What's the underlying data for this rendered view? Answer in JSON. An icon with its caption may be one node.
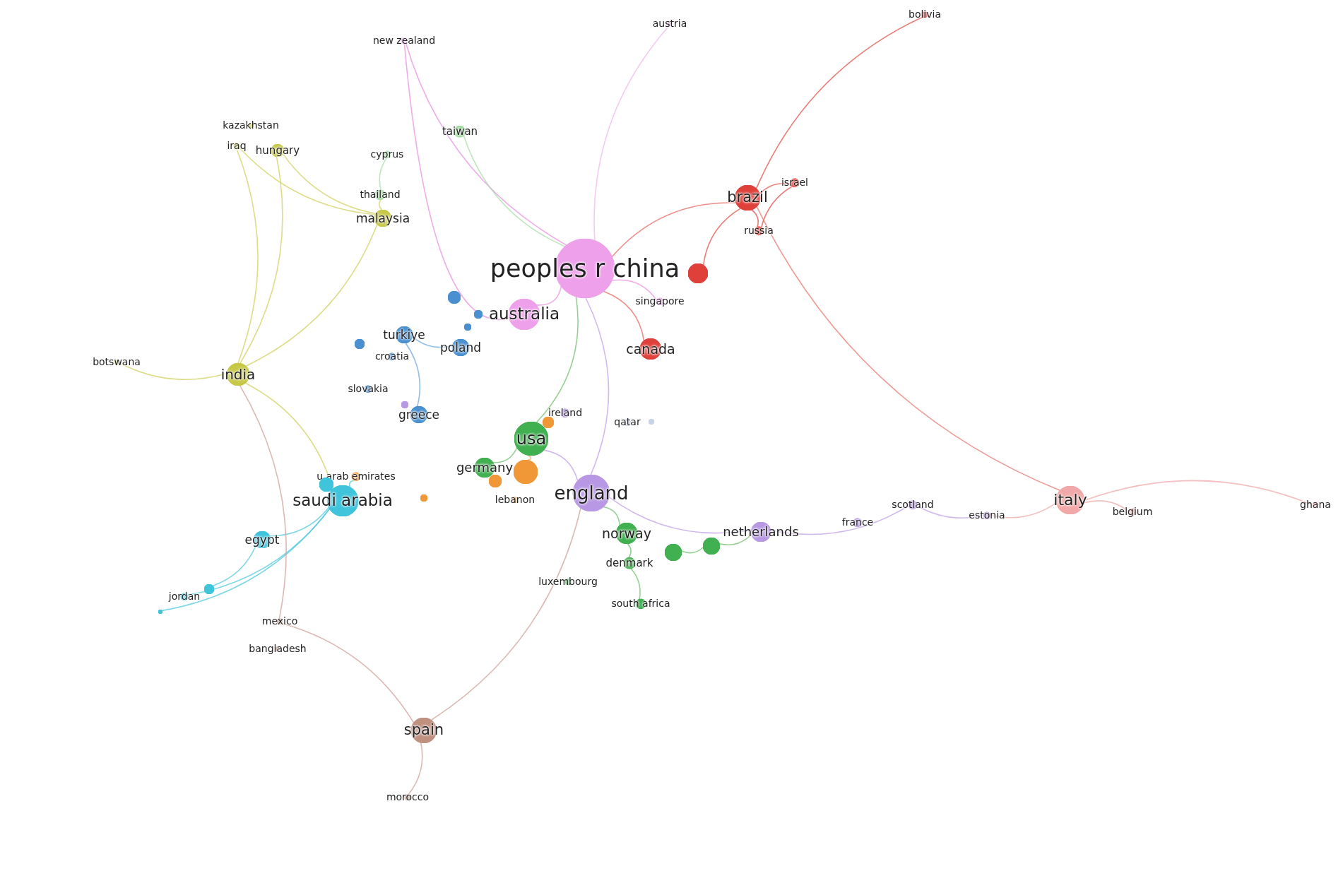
{
  "diagram": {
    "nodes": [
      {
        "text": [
          "peoples r china"
        ]
      },
      {
        "text": [
          "brazil"
        ]
      },
      {
        "text": [
          "israel"
        ]
      },
      {
        "text": [
          "russia"
        ]
      },
      {
        "text": [
          "bolivia"
        ]
      },
      {
        "text": [
          "austria"
        ]
      },
      {
        "text": [
          "new zealand"
        ]
      },
      {
        "text": [
          "taiwan"
        ]
      },
      {
        "text": [
          "cyprus"
        ]
      },
      {
        "text": [
          "kazakhstan"
        ]
      },
      {
        "text": [
          "iraq"
        ]
      },
      {
        "text": [
          "hungary"
        ]
      },
      {
        "text": [
          "thailand"
        ]
      },
      {
        "text": [
          "malaysia"
        ]
      },
      {
        "text": [
          "singapore"
        ]
      },
      {
        "text": [
          "australia"
        ]
      },
      {
        "text": [
          "canada"
        ]
      },
      {
        "text": [
          "turkiye"
        ]
      },
      {
        "text": [
          "poland"
        ]
      },
      {
        "text": [
          "croatia"
        ]
      },
      {
        "text": [
          "india"
        ]
      },
      {
        "text": [
          "botswana"
        ]
      },
      {
        "text": [
          "slovakia"
        ]
      },
      {
        "text": [
          "greece"
        ]
      },
      {
        "text": [
          "ireland"
        ]
      },
      {
        "text": [
          "qatar"
        ]
      },
      {
        "text": [
          "usa"
        ]
      },
      {
        "text": [
          "germany"
        ]
      },
      {
        "text": [
          "lebanon"
        ]
      },
      {
        "text": [
          "u arab emirates"
        ]
      },
      {
        "text": [
          "saudi arabia"
        ]
      },
      {
        "text": [
          "egypt"
        ]
      },
      {
        "text": [
          "jordan"
        ]
      },
      {
        "text": [
          "mexico"
        ]
      },
      {
        "text": [
          "bangladesh"
        ]
      },
      {
        "text": [
          "spain"
        ]
      },
      {
        "text": [
          "morocco"
        ]
      },
      {
        "text": [
          "england"
        ]
      },
      {
        "text": [
          "norway"
        ]
      },
      {
        "text": [
          "denmark"
        ]
      },
      {
        "text": [
          "luxembourg"
        ]
      },
      {
        "text": [
          "south africa"
        ]
      },
      {
        "text": [
          "netherlands"
        ]
      },
      {
        "text": [
          "france"
        ]
      },
      {
        "text": [
          "scotland"
        ]
      },
      {
        "text": [
          "estonia"
        ]
      },
      {
        "text": [
          "italy"
        ]
      },
      {
        "text": [
          "belgium"
        ]
      },
      {
        "text": [
          "ghana"
        ]
      },
      {
        "text": [],
        "shape": "circle"
      },
      {
        "text": [],
        "shape": "circle"
      },
      {
        "text": [],
        "shape": "circle"
      },
      {
        "text": [],
        "shape": "circle"
      },
      {
        "text": [],
        "shape": "circle"
      },
      {
        "text": [],
        "shape": "circle"
      },
      {
        "text": [],
        "shape": "circle"
      },
      {
        "text": [],
        "shape": "circle"
      },
      {
        "text": [],
        "shape": "circle"
      },
      {
        "text": [],
        "shape": "circle"
      },
      {
        "text": [],
        "shape": "circle"
      },
      {
        "text": [],
        "shape": "circle"
      },
      {
        "text": [],
        "shape": "circle"
      },
      {
        "text": [],
        "shape": "circle"
      },
      {
        "text": [],
        "shape": "circle"
      },
      {
        "text": [],
        "shape": "circle"
      }
    ],
    "edges": [
      {
        "from": 4,
        "to": 1,
        "arrow": "none",
        "color": "#e05048"
      },
      {
        "from": 5,
        "to": 0,
        "arrow": "none",
        "color": "#f0b8ec"
      },
      {
        "from": 6,
        "to": 0,
        "arrow": "none",
        "color": "#e890e0"
      },
      {
        "from": 6,
        "to": 15,
        "arrow": "none",
        "color": "#e890e0"
      },
      {
        "from": 21,
        "to": 20,
        "arrow": "none",
        "color": "#d0d060"
      },
      {
        "from": 48,
        "to": 46,
        "arrow": "none",
        "color": "#f0a8a8"
      },
      {
        "from": 47,
        "to": 46,
        "arrow": "none",
        "color": "#f0a8a8"
      },
      {
        "from": 36,
        "to": 35,
        "arrow": "none",
        "color": "#d0a098"
      },
      {
        "from": 2,
        "to": 1,
        "arrow": "none",
        "color": "#e05048"
      },
      {
        "from": 3,
        "to": 1,
        "arrow": "none",
        "color": "#e05048"
      },
      {
        "from": 2,
        "to": 3,
        "arrow": "none",
        "color": "#e05048"
      },
      {
        "from": 1,
        "to": 0,
        "arrow": "none",
        "color": "#e86860"
      },
      {
        "from": 1,
        "to": 46,
        "arrow": "none",
        "color": "#e87870"
      },
      {
        "from": 1,
        "to": 49,
        "arrow": "none",
        "color": "#e05048"
      },
      {
        "from": 16,
        "to": 0,
        "arrow": "none",
        "color": "#e86860"
      },
      {
        "from": 14,
        "to": 0,
        "arrow": "none",
        "color": "#e890e0"
      },
      {
        "from": 15,
        "to": 0,
        "arrow": "none",
        "color": "#e890e0"
      },
      {
        "from": 7,
        "to": 0,
        "arrow": "none",
        "color": "#a8dca8"
      },
      {
        "from": 20,
        "to": 13,
        "arrow": "none",
        "color": "#d0d060"
      },
      {
        "from": 20,
        "to": 11,
        "arrow": "none",
        "color": "#d0d060"
      },
      {
        "from": 20,
        "to": 10,
        "arrow": "none",
        "color": "#d0d060"
      },
      {
        "from": 11,
        "to": 13,
        "arrow": "none",
        "color": "#d0d060"
      },
      {
        "from": 10,
        "to": 13,
        "arrow": "none",
        "color": "#d0d060"
      },
      {
        "from": 12,
        "to": 13,
        "arrow": "none",
        "color": "#d0d060"
      },
      {
        "from": 8,
        "to": 12,
        "arrow": "none",
        "color": "#a8dca8"
      },
      {
        "from": 31,
        "to": 30,
        "arrow": "none",
        "color": "#50c8dc"
      },
      {
        "from": 32,
        "to": 30,
        "arrow": "none",
        "color": "#50c8dc"
      },
      {
        "from": 61,
        "to": 31,
        "arrow": "none",
        "color": "#50c8dc"
      },
      {
        "from": 62,
        "to": 30,
        "arrow": "none",
        "color": "#50c8dc"
      },
      {
        "from": 29,
        "to": 30,
        "arrow": "none",
        "color": "#50c8dc"
      },
      {
        "from": 35,
        "to": 33,
        "arrow": "none",
        "color": "#d0a098"
      },
      {
        "from": 33,
        "to": 20,
        "arrow": "none",
        "color": "#d0a098"
      },
      {
        "from": 26,
        "to": 0,
        "arrow": "none",
        "color": "#70c070"
      },
      {
        "from": 37,
        "to": 0,
        "arrow": "none",
        "color": "#c0a0e8"
      },
      {
        "from": 37,
        "to": 26,
        "arrow": "none",
        "color": "#c0a0e8"
      },
      {
        "from": 37,
        "to": 42,
        "arrow": "none",
        "color": "#c0a0e8"
      },
      {
        "from": 42,
        "to": 44,
        "arrow": "none",
        "color": "#c0a0e8"
      },
      {
        "from": 44,
        "to": 45,
        "arrow": "none",
        "color": "#c0a0e8"
      },
      {
        "from": 45,
        "to": 46,
        "arrow": "none",
        "color": "#f0a8a8"
      },
      {
        "from": 27,
        "to": 26,
        "arrow": "none",
        "color": "#70c070"
      },
      {
        "from": 38,
        "to": 37,
        "arrow": "none",
        "color": "#70c070"
      },
      {
        "from": 39,
        "to": 38,
        "arrow": "none",
        "color": "#70c070"
      },
      {
        "from": 41,
        "to": 39,
        "arrow": "none",
        "color": "#70c070"
      },
      {
        "from": 63,
        "to": 64,
        "arrow": "none",
        "color": "#70c070"
      },
      {
        "from": 64,
        "to": 42,
        "arrow": "none",
        "color": "#70c070"
      },
      {
        "from": 57,
        "to": 26,
        "arrow": "none",
        "color": "#f0a860"
      },
      {
        "from": 20,
        "to": 30,
        "arrow": "none",
        "color": "#d0d060"
      },
      {
        "from": 35,
        "to": 37,
        "arrow": "none",
        "color": "#d0a098"
      },
      {
        "from": 17,
        "to": 18,
        "arrow": "none",
        "color": "#70a8dc"
      },
      {
        "from": 23,
        "to": 17,
        "arrow": "none",
        "color": "#70a8dc"
      }
    ]
  }
}
